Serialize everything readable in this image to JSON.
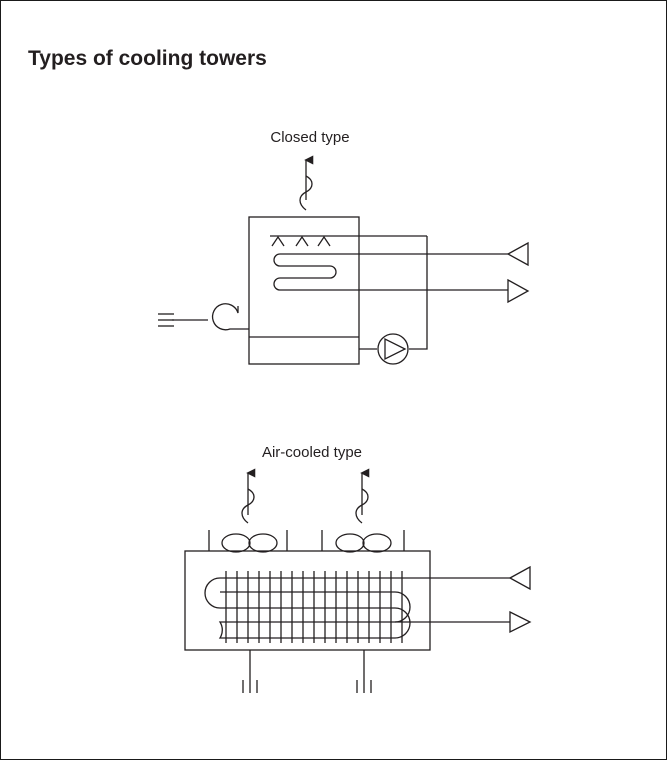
{
  "page": {
    "title": "Types of cooling towers"
  },
  "diagrams": {
    "closed": {
      "label": "Closed type"
    },
    "air_cooled": {
      "label": "Air-cooled type"
    }
  },
  "colors": {
    "ink": "#231f20",
    "background": "#ffffff"
  }
}
